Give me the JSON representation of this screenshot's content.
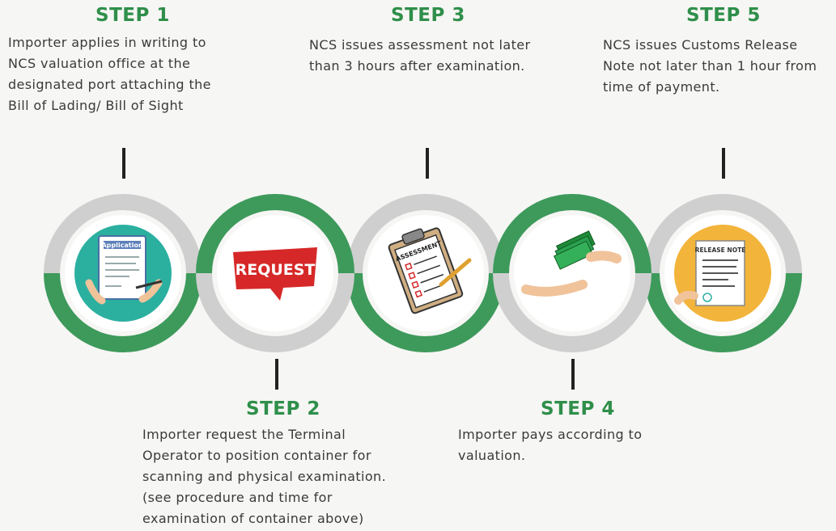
{
  "steps": [
    {
      "title": "STEP 1",
      "description": "Importer applies in writing to\nNCS valuation office at the\ndesignated port attaching the\nBill of Lading/ Bill of Sight",
      "icon": "application-form-icon",
      "image_text": "Application"
    },
    {
      "title": "STEP 2",
      "description": "Importer request the Terminal\nOperator to position container for\nscanning and physical examination.\n(see procedure and time for\nexamination of container above)",
      "icon": "request-banner-icon",
      "image_text": "REQUEST"
    },
    {
      "title": "STEP 3",
      "description": "NCS issues assessment not later\nthan 3 hours after examination.",
      "icon": "assessment-clipboard-icon",
      "image_text": "ASSESSMENT"
    },
    {
      "title": "STEP 4",
      "description": "Importer pays according to\nvaluation.",
      "icon": "payment-hands-icon"
    },
    {
      "title": "STEP 5",
      "description": "NCS issues Customs Release\nNote not later than 1 hour from\ntime of payment.",
      "icon": "release-note-icon",
      "image_text": "RELEASE NOTE"
    }
  ],
  "colors": {
    "green": "#3d9a5b",
    "gray": "#cfcfcf",
    "title_green": "#2f8f4a",
    "teal": "#2bb0a0",
    "red": "#d62828",
    "orange": "#f2b43a"
  }
}
